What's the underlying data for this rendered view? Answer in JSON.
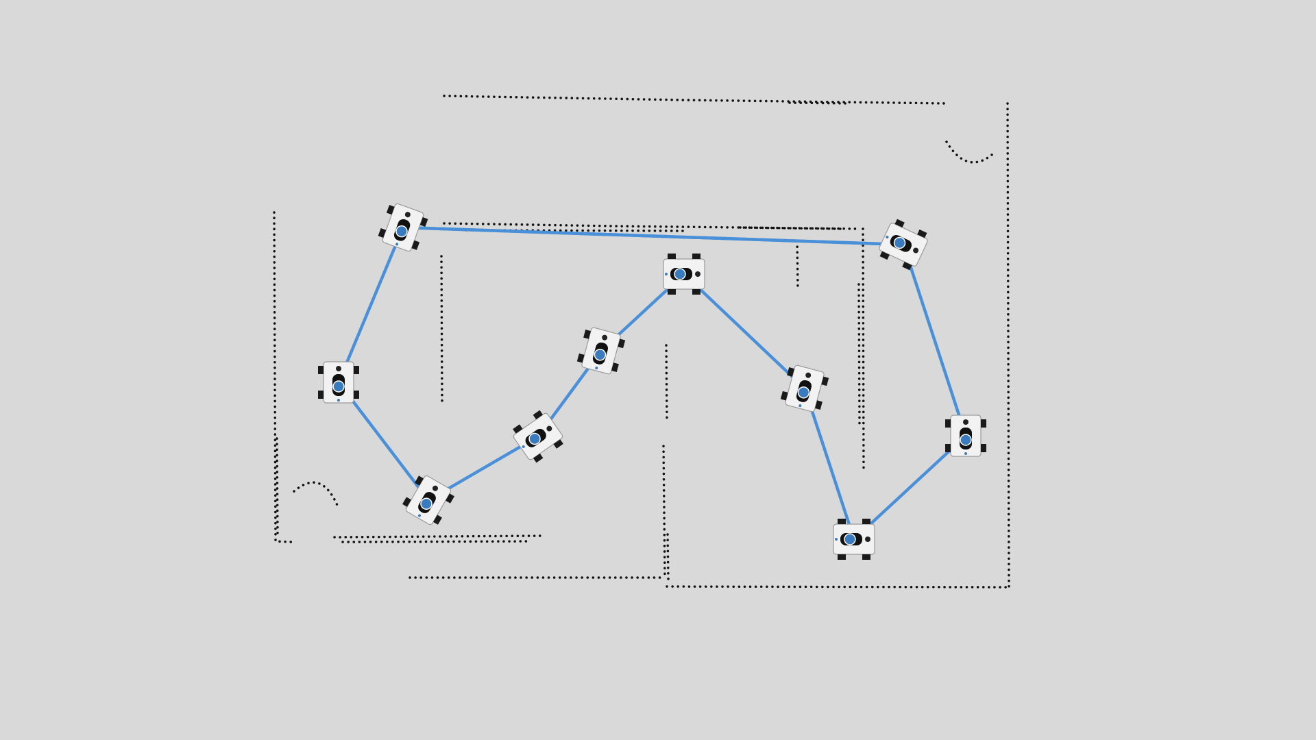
{
  "colors": {
    "background": "#d9d9d9",
    "path": "#4a90d9",
    "obstacle": "#111111",
    "robot_body": "#f2f2f2",
    "robot_wheel": "#1a1a1a",
    "robot_sensor": "#3a7bbf"
  },
  "robots": [
    {
      "id": "r1"
    },
    {
      "id": "r2"
    },
    {
      "id": "r3"
    },
    {
      "id": "r4"
    },
    {
      "id": "r5"
    },
    {
      "id": "r6"
    },
    {
      "id": "r7"
    },
    {
      "id": "r8"
    },
    {
      "id": "r9"
    },
    {
      "id": "r10"
    },
    {
      "id": "r11"
    }
  ],
  "path_connections": [
    [
      "r1",
      "r2"
    ],
    [
      "r2",
      "r3"
    ],
    [
      "r3",
      "r4"
    ],
    [
      "r4",
      "r5"
    ],
    [
      "r5",
      "r6"
    ],
    [
      "r6",
      "r7"
    ],
    [
      "r7",
      "r8"
    ],
    [
      "r8",
      "r9"
    ],
    [
      "r9",
      "r10"
    ],
    [
      "r10",
      "r11"
    ],
    [
      "r11",
      "r1"
    ]
  ]
}
